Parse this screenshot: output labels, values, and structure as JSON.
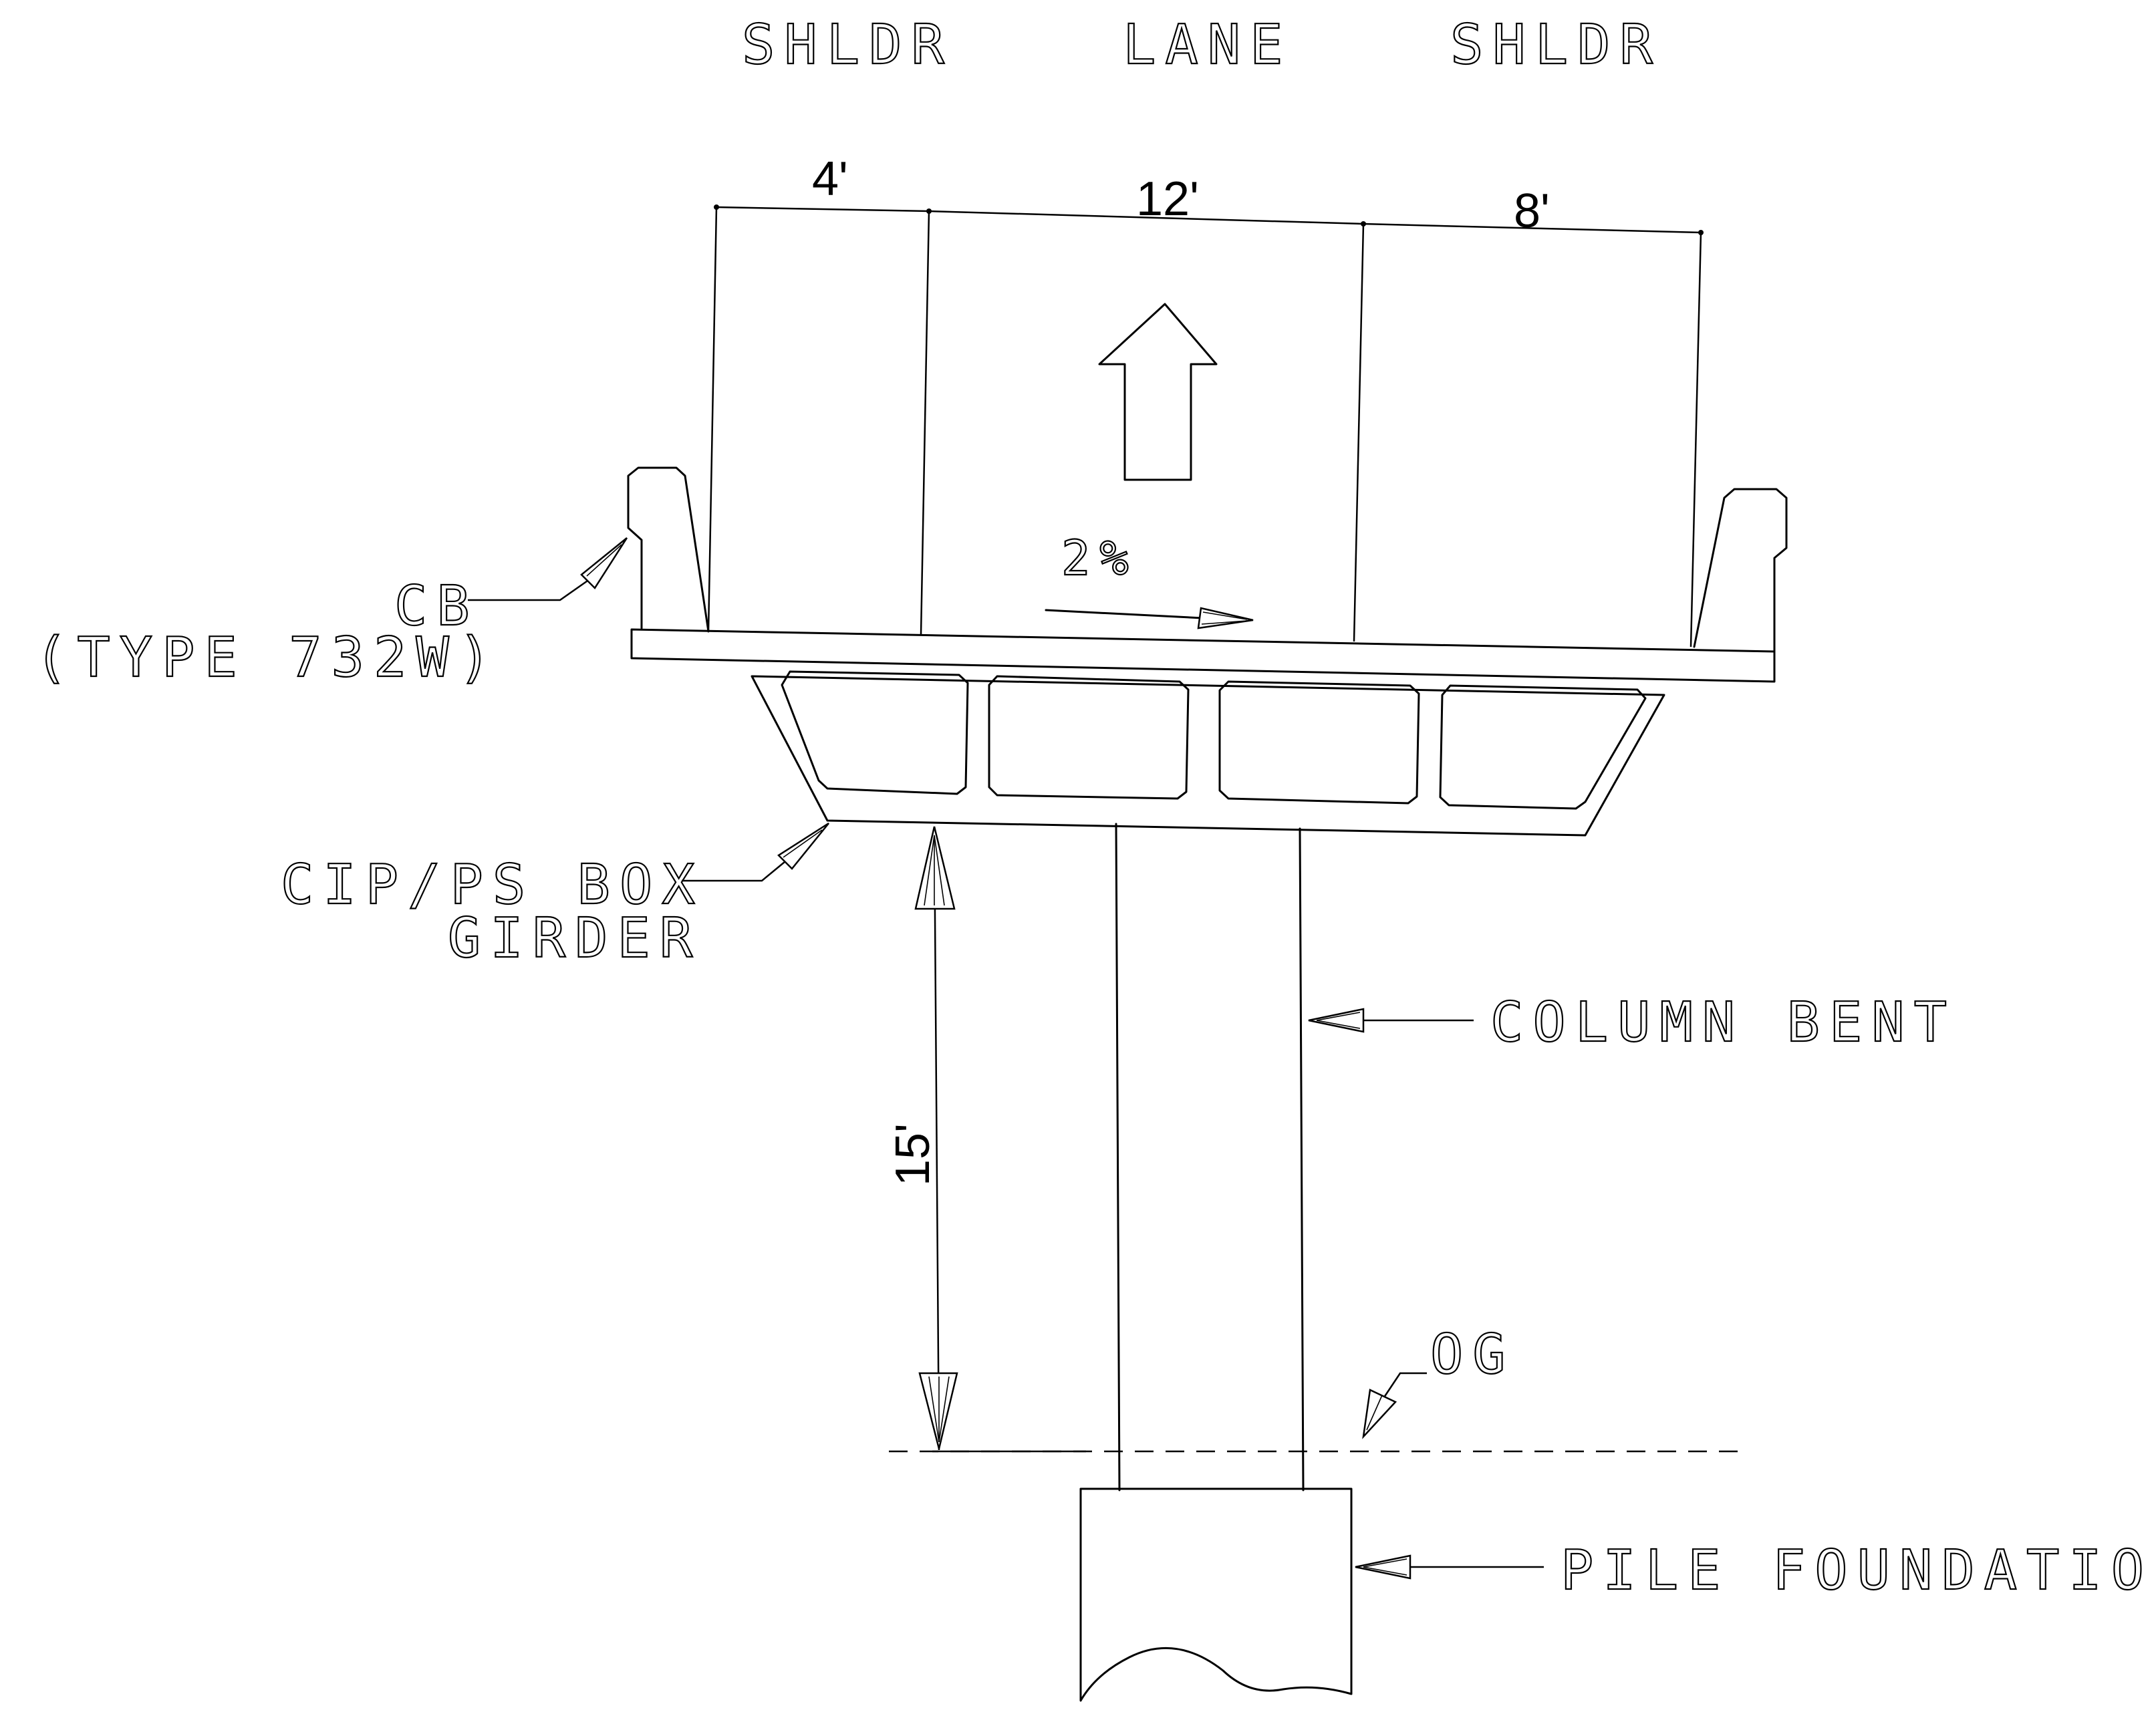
{
  "header_labels": {
    "left_shoulder": "SHLDR",
    "lane": "LANE",
    "right_shoulder": "SHLDR"
  },
  "dimensions": {
    "left_shoulder_width": "4'",
    "lane_width": "12'",
    "right_shoulder_width": "8'",
    "vertical_clearance": "15'"
  },
  "cross_slope": "2%",
  "callouts": {
    "barrier_line1": "CB",
    "barrier_line2": "(TYPE 732W)",
    "girder_line1": "CIP/PS BOX",
    "girder_line2": "GIRDER",
    "column": "COLUMN BENT",
    "ground": "OG",
    "foundation": "PILE FOUNDATION"
  }
}
